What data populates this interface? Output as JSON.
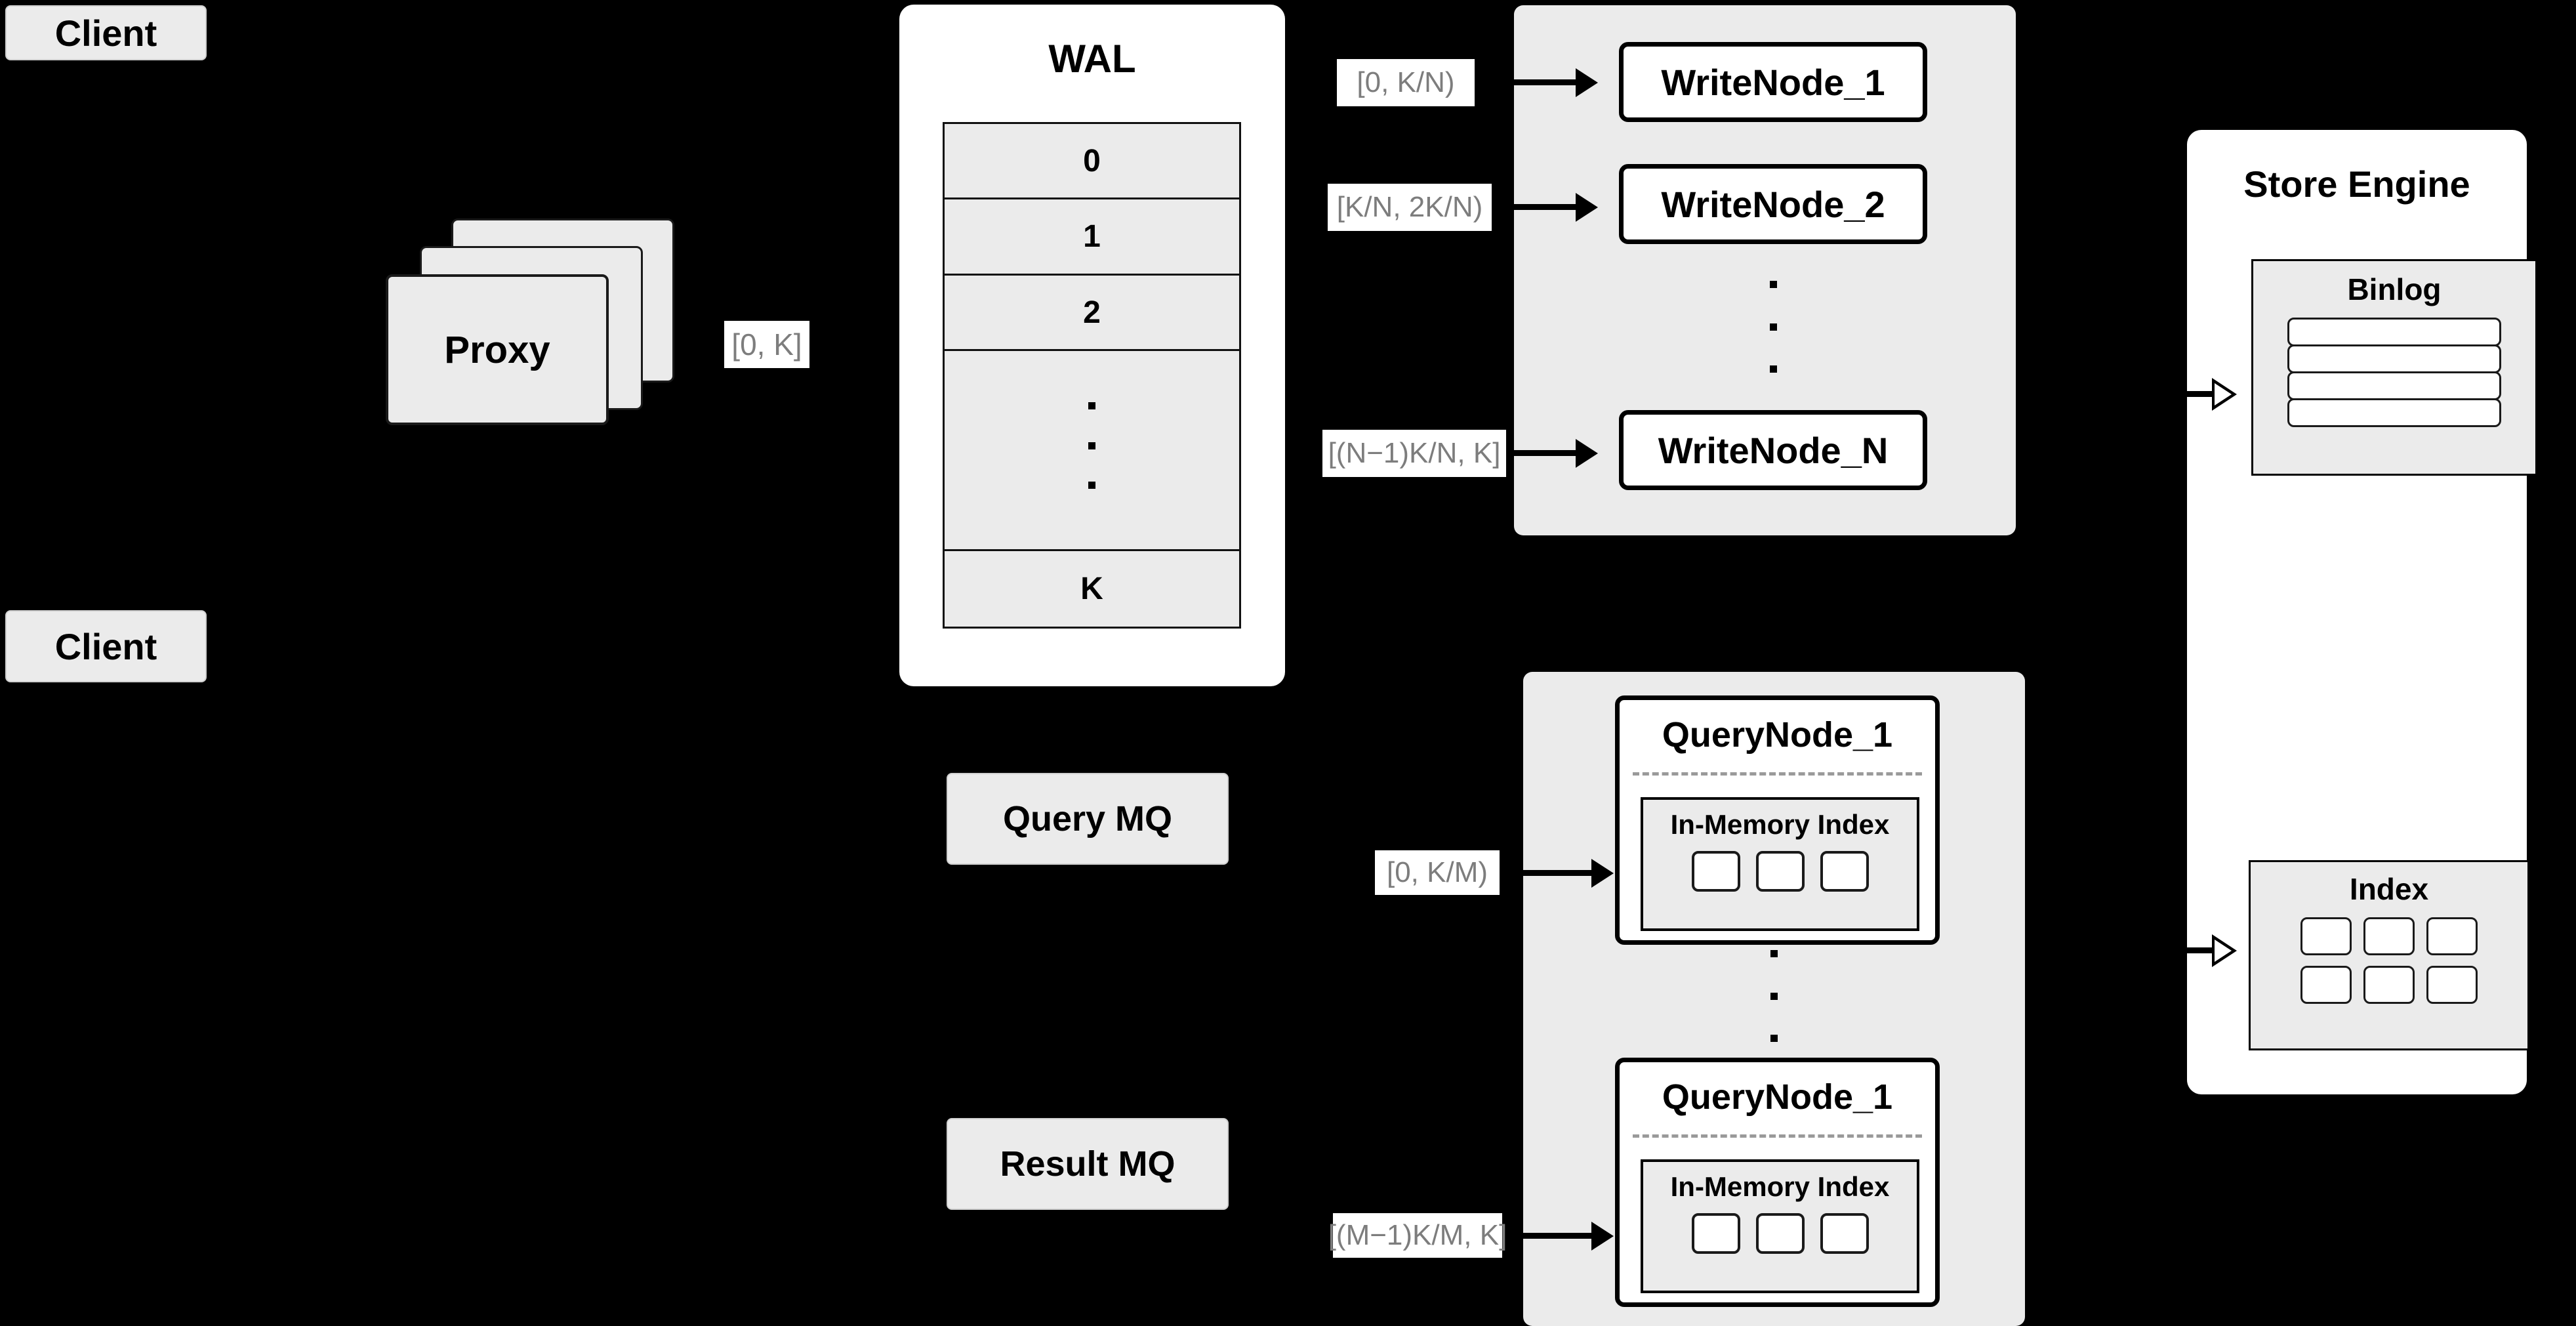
{
  "diagram": {
    "background": "#000000",
    "panel_fill": "#ffffff",
    "card_fill": "#ebebeb",
    "stroke": "#000000",
    "label_text_color": "#7d7d7d"
  },
  "clients": [
    {
      "label": "Client"
    },
    {
      "label": "Client"
    }
  ],
  "proxy": {
    "label": "Proxy",
    "stack_layers": 3
  },
  "wal": {
    "title": "WAL",
    "rows": [
      "0",
      "1",
      "2",
      "…",
      "K"
    ],
    "ellipsis_row_index": 3
  },
  "edges": {
    "proxy_to_wal": "[0, K]",
    "wal_to_write_node_1": "[0,  K/N)",
    "wal_to_write_node_2": "[K/N, 2K/N)",
    "wal_to_write_node_n": "[(N−1)K/N,  K]",
    "mq_to_query_node_1": "[0, K/M)",
    "mq_to_query_node_m": "[(M−1)K/M, K]"
  },
  "write_cluster": {
    "nodes": [
      {
        "label": "WriteNode_1"
      },
      {
        "label": "WriteNode_2"
      },
      {
        "label": "WriteNode_N"
      }
    ]
  },
  "message_queues": [
    {
      "label": "Query MQ"
    },
    {
      "label": "Result MQ"
    }
  ],
  "query_cluster": {
    "nodes": [
      {
        "label": "QueryNode_1",
        "index": {
          "title": "In-Memory Index",
          "cells": 3
        }
      },
      {
        "label": "QueryNode_1",
        "index": {
          "title": "In-Memory Index",
          "cells": 3
        }
      }
    ]
  },
  "store_engine": {
    "title": "Store Engine",
    "binlog": {
      "title": "Binlog",
      "rows": 4
    },
    "index": {
      "title": "Index",
      "cells": 6,
      "columns": 3,
      "rows": 2
    }
  }
}
